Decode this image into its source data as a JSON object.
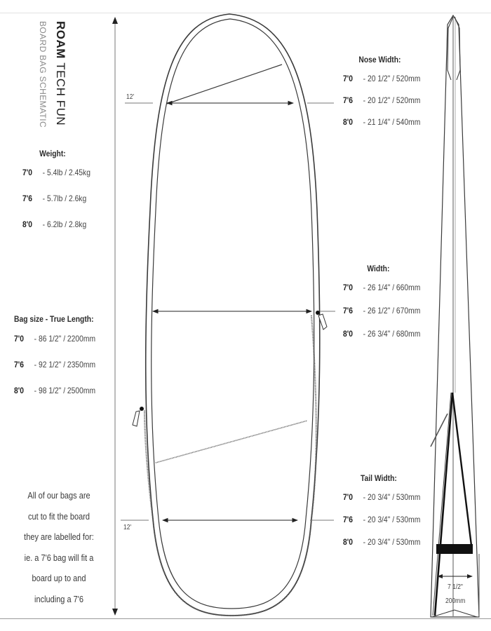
{
  "title": {
    "brand": "ROAM",
    "product": "TECH FUN",
    "subtitle": "BOARD BAG SCHEMATIC"
  },
  "weight": {
    "heading": "Weight:",
    "rows": [
      {
        "size": "7'0",
        "value": "- 5.4lb  /  2.45kg"
      },
      {
        "size": "7'6",
        "value": "- 5.7lb / 2.6kg"
      },
      {
        "size": "8'0",
        "value": "- 6.2lb / 2.8kg"
      }
    ]
  },
  "bag_size": {
    "heading": "Bag size -   True Length:",
    "rows": [
      {
        "size": "7'0",
        "value": " -  86 1/2\"  / 2200mm"
      },
      {
        "size": "7'6",
        "value": " -  92 1/2\"  / 2350mm"
      },
      {
        "size": "8'0",
        "value": " -  98 1/2\"  / 2500mm"
      }
    ]
  },
  "nose_width": {
    "heading": "Nose Width:",
    "rows": [
      {
        "size": "7'0",
        "value": " - 20 1/2\" / 520mm"
      },
      {
        "size": "7'6",
        "value": " - 20 1/2\" / 520mm"
      },
      {
        "size": "8'0",
        "value": " - 21 1/4\" / 540mm"
      }
    ]
  },
  "width": {
    "heading": "Width:",
    "rows": [
      {
        "size": "7'0",
        "value": " - 26 1/4\"  / 660mm"
      },
      {
        "size": "7'6",
        "value": " - 26 1/2\"  / 670mm"
      },
      {
        "size": "8'0",
        "value": " - 26 3/4\"  / 680mm"
      }
    ]
  },
  "tail_width": {
    "heading": "Tail Width:",
    "rows": [
      {
        "size": "7'0",
        "value": " - 20 3/4\"  / 530mm"
      },
      {
        "size": "7'6",
        "value": " - 20 3/4\"  / 530mm"
      },
      {
        "size": "8'0",
        "value": " - 20 3/4\"  / 530mm"
      }
    ]
  },
  "note": {
    "lines": [
      "All of our bags are",
      "cut to fit the board",
      "they are labelled for:",
      "ie. a 7'6 bag will fit a",
      "board up to and",
      "including a 7'6"
    ]
  },
  "dimensions": {
    "nose_offset": "12'",
    "tail_offset": "12'",
    "side_width_in": "7 1/2\"",
    "side_width_mm": "200mm"
  },
  "colors": {
    "line": "#3a3a3a",
    "text": "#2b2b2b",
    "subtitle": "#8a8a8a"
  }
}
